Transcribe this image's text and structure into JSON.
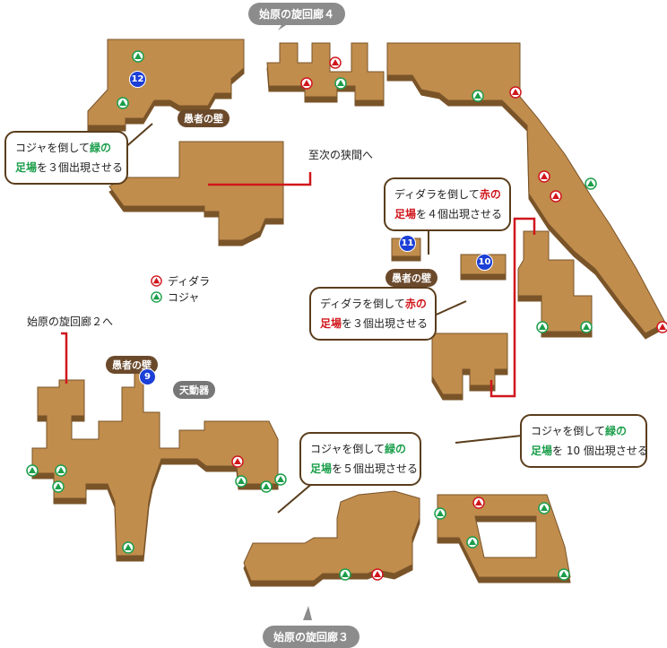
{
  "areas": {
    "top": "始原の旋回廊４",
    "bottom": "始原の旋回廊３",
    "left_exit": "始原の旋回廊２へ",
    "right_exit": "至次の狭間へ"
  },
  "tags": {
    "fool_wall_1": "愚者の壁",
    "fool_wall_2": "愚者の壁",
    "fool_wall_3": "愚者の壁",
    "sundial": "天動器"
  },
  "numbers": {
    "n9": "9",
    "n10": "10",
    "n11": "11",
    "n12": "12"
  },
  "legend": {
    "red_label": "ディダラ",
    "green_label": "コジャ"
  },
  "callouts": {
    "c1": {
      "line1_pre": "コジャを倒して",
      "line1_hl": "緑の",
      "line2_hl": "足場",
      "line2_post": "を３個出現させる"
    },
    "c2": {
      "line1_pre": "ディダラを倒して",
      "line1_hl": "赤の",
      "line2_hl": "足場",
      "line2_post": "を４個出現させる"
    },
    "c3": {
      "line1_pre": "ディダラを倒して",
      "line1_hl": "赤の",
      "line2_hl": "足場",
      "line2_post": "を３個出現させる"
    },
    "c4": {
      "line1_pre": "コジャを倒して",
      "line1_hl": "緑の",
      "line2_hl": "足場",
      "line2_post": "を５個出現させる"
    },
    "c5": {
      "line1_pre": "コジャを倒して",
      "line1_hl": "緑の",
      "line2_hl": "足場",
      "line2_post": "を 10 個出現させる"
    }
  },
  "colors": {
    "floor": "#c08d4d",
    "floor_side": "#7a5429",
    "red_marker": "#d0161c",
    "green_marker": "#1b9e4a",
    "route_line": "#d0161c",
    "callout_border": "#5a3d1c",
    "number_badge": "#1c3fd6"
  }
}
